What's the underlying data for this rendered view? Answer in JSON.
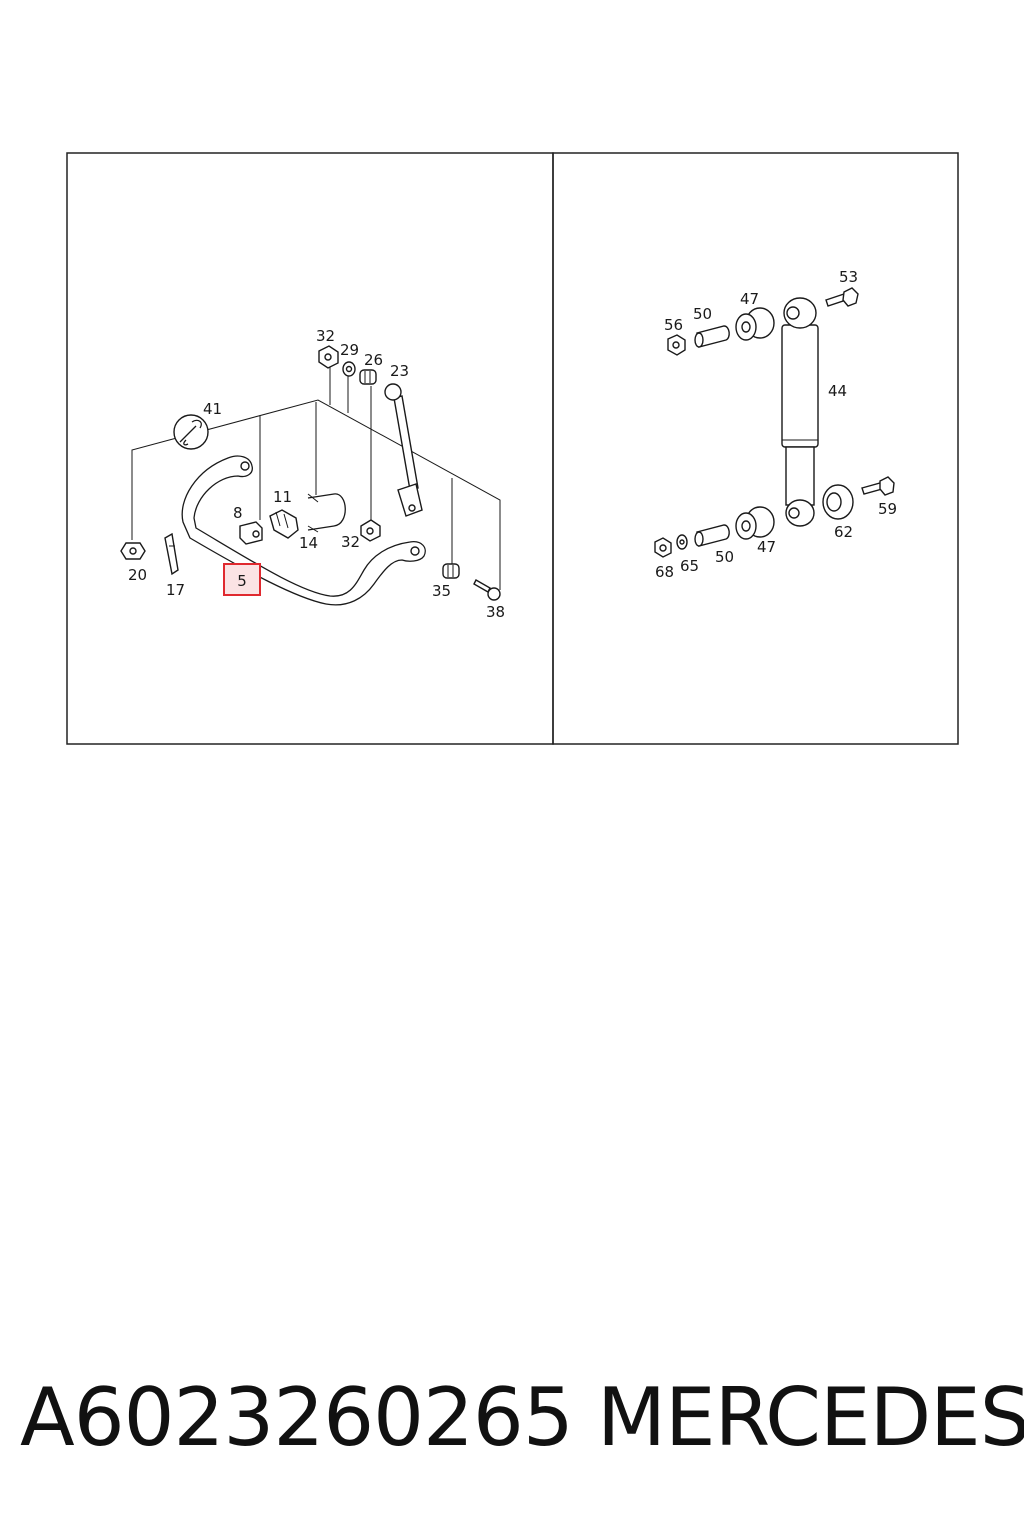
{
  "diagram": {
    "left_panel": {
      "labels": [
        "32",
        "29",
        "26",
        "23",
        "41",
        "11",
        "8",
        "14",
        "32",
        "20",
        "17",
        "5",
        "35",
        "38"
      ],
      "highlighted": "5"
    },
    "right_panel": {
      "labels": [
        "53",
        "47",
        "56",
        "50",
        "44",
        "59",
        "62",
        "68",
        "65",
        "50",
        "47"
      ]
    },
    "highlight_color": "#e0292f",
    "highlight_fill": "#fbe3e4"
  },
  "footer": {
    "part_number": "A6023260265",
    "brand": "MERCEDES"
  }
}
